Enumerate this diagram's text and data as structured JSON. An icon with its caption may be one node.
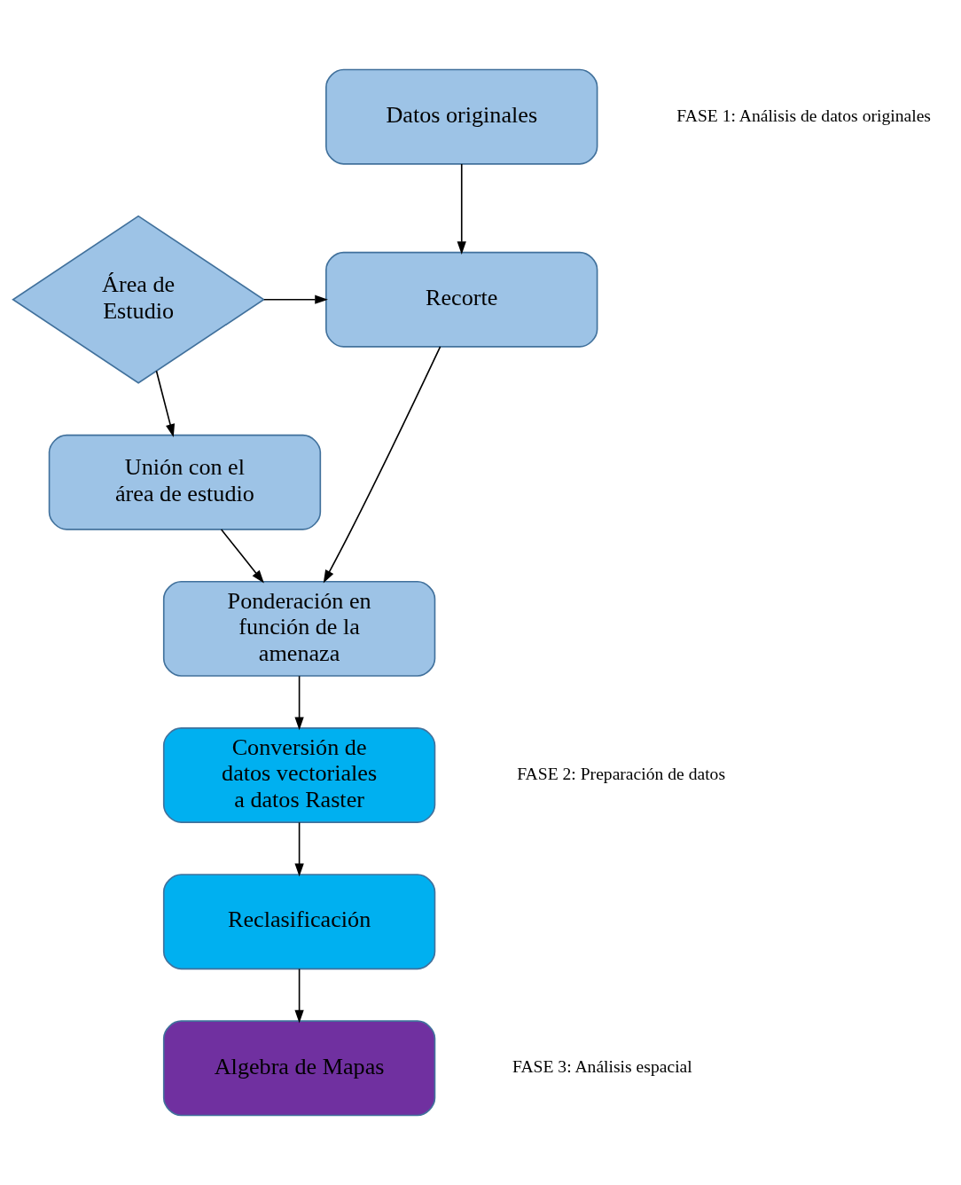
{
  "diagram": {
    "nodes": [
      {
        "text": [
          "Datos originales"
        ]
      },
      {
        "text": [
          "Recorte"
        ]
      },
      {
        "text": [
          "Área de Estudio"
        ]
      },
      {
        "text": [
          "Unión con el área de estudio"
        ]
      },
      {
        "text": [
          "Ponderación en función de la amenaza"
        ]
      },
      {
        "text": [
          "Conversión de datos vectoriales a datos Raster"
        ]
      },
      {
        "text": [
          "Reclasificación"
        ]
      },
      {
        "text": [
          "Algebra de Mapas"
        ]
      }
    ],
    "edges": [
      {
        "from": 0,
        "to": 1,
        "arrow": "to"
      },
      {
        "from": 2,
        "to": 1,
        "arrow": "to"
      },
      {
        "from": 2,
        "to": 3,
        "arrow": "to"
      },
      {
        "from": 1,
        "to": 4,
        "arrow": "to"
      },
      {
        "from": 3,
        "to": 4,
        "arrow": "to"
      },
      {
        "from": 4,
        "to": 5,
        "arrow": "to"
      },
      {
        "from": 5,
        "to": 6,
        "arrow": "to"
      },
      {
        "from": 6,
        "to": 7,
        "arrow": "to"
      }
    ],
    "labels": [
      "FASE 1: Análisis de datos originales",
      "FASE 2: Preparación de datos",
      "FASE 3: Análisis espacial"
    ]
  }
}
